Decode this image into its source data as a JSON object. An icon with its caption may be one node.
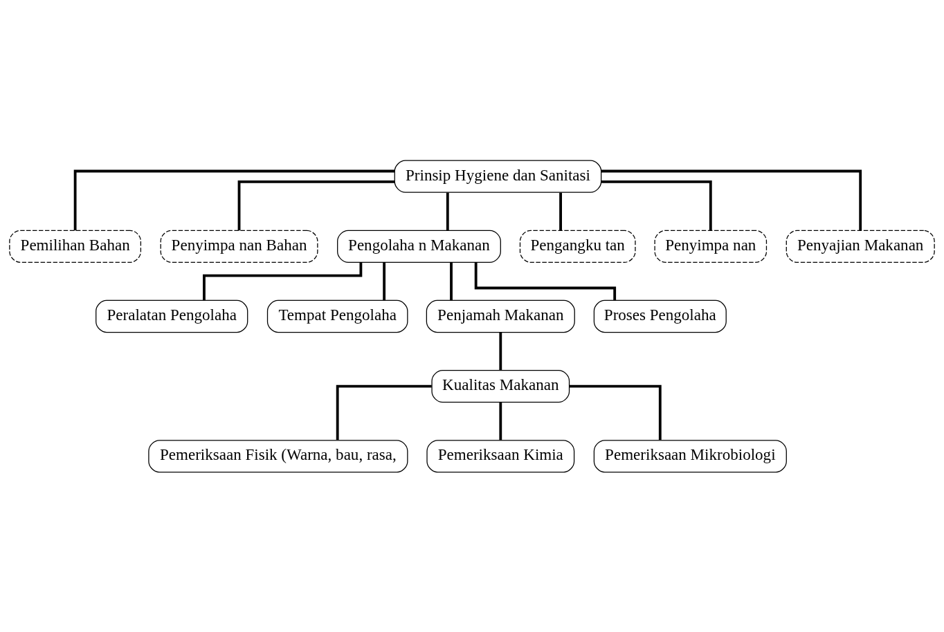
{
  "diagram": {
    "nodes": [
      {
        "text": [
          "Prinsip Hygiene dan Sanitasi"
        ]
      },
      {
        "text": [
          "Pemilihan Bahan"
        ]
      },
      {
        "text": [
          "Penyimpa nan Bahan"
        ]
      },
      {
        "text": [
          "Pengolaha n Makanan"
        ]
      },
      {
        "text": [
          "Pengangku tan"
        ]
      },
      {
        "text": [
          "Penyimpa nan"
        ]
      },
      {
        "text": [
          "Penyajian Makanan"
        ]
      },
      {
        "text": [
          "Peralatan Pengolaha"
        ]
      },
      {
        "text": [
          "Tempat Pengolaha"
        ]
      },
      {
        "text": [
          "Penjamah Makanan"
        ]
      },
      {
        "text": [
          "Proses Pengolaha"
        ]
      },
      {
        "text": [
          "Kualitas Makanan"
        ]
      },
      {
        "text": [
          "Pemeriksaan Fisik (Warna, bau, rasa,"
        ]
      },
      {
        "text": [
          "Pemeriksaan Kimia"
        ]
      },
      {
        "text": [
          "Pemeriksaan Mikrobiologi"
        ]
      }
    ],
    "edges": [
      {
        "from": 0,
        "to": 1,
        "arrow": "none"
      },
      {
        "from": 0,
        "to": 2,
        "arrow": "none"
      },
      {
        "from": 0,
        "to": 3,
        "arrow": "none"
      },
      {
        "from": 0,
        "to": 4,
        "arrow": "none"
      },
      {
        "from": 0,
        "to": 5,
        "arrow": "none"
      },
      {
        "from": 0,
        "to": 6,
        "arrow": "none"
      },
      {
        "from": 3,
        "to": 7,
        "arrow": "none"
      },
      {
        "from": 3,
        "to": 8,
        "arrow": "none"
      },
      {
        "from": 3,
        "to": 9,
        "arrow": "none"
      },
      {
        "from": 3,
        "to": 10,
        "arrow": "none"
      },
      {
        "from": 9,
        "to": 11,
        "arrow": "none"
      },
      {
        "from": 11,
        "to": 12,
        "arrow": "none"
      },
      {
        "from": 11,
        "to": 13,
        "arrow": "none"
      },
      {
        "from": 11,
        "to": 14,
        "arrow": "none"
      }
    ]
  }
}
